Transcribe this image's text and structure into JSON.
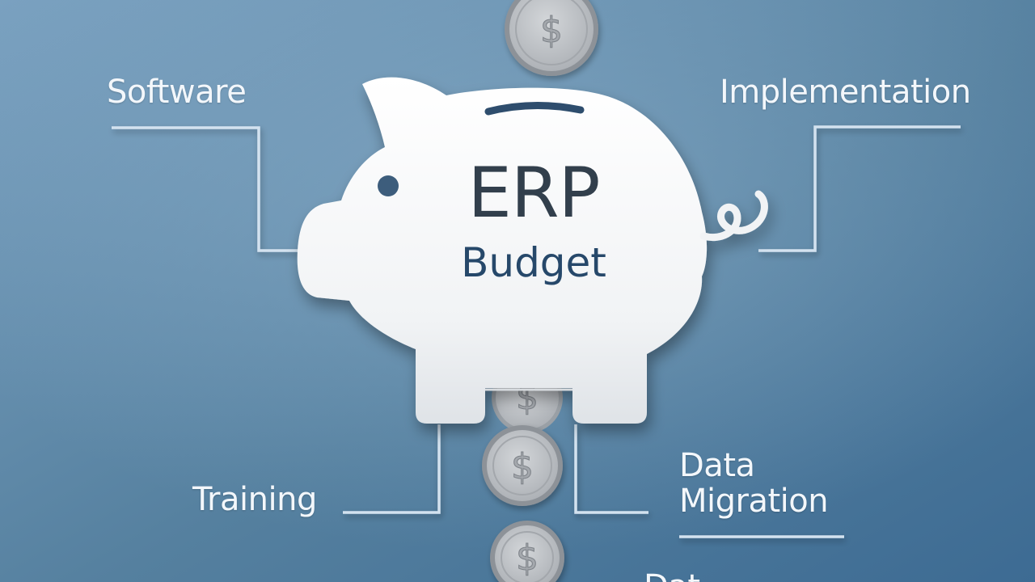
{
  "diagram": {
    "center": {
      "title": "ERP",
      "subtitle": "Budget"
    },
    "labels": {
      "software": "Software",
      "implementation": "Implementation",
      "training": "Training",
      "data_line1": "Data",
      "data_line2": "Migration",
      "cutoff": "Dat"
    },
    "coin_symbol": "$",
    "colors": {
      "background_light": "#7aa1c0",
      "background_dark": "#3d6b93",
      "piggy_body": "#f4f6f8",
      "connector": "#d3e2ef",
      "coin_face": "#bdc1c5",
      "coin_rim": "#8d9298",
      "title_text": "#323f4c",
      "subtitle_text": "#26486a"
    },
    "icons": [
      "piggy-bank-icon",
      "dollar-coin-icon"
    ]
  }
}
